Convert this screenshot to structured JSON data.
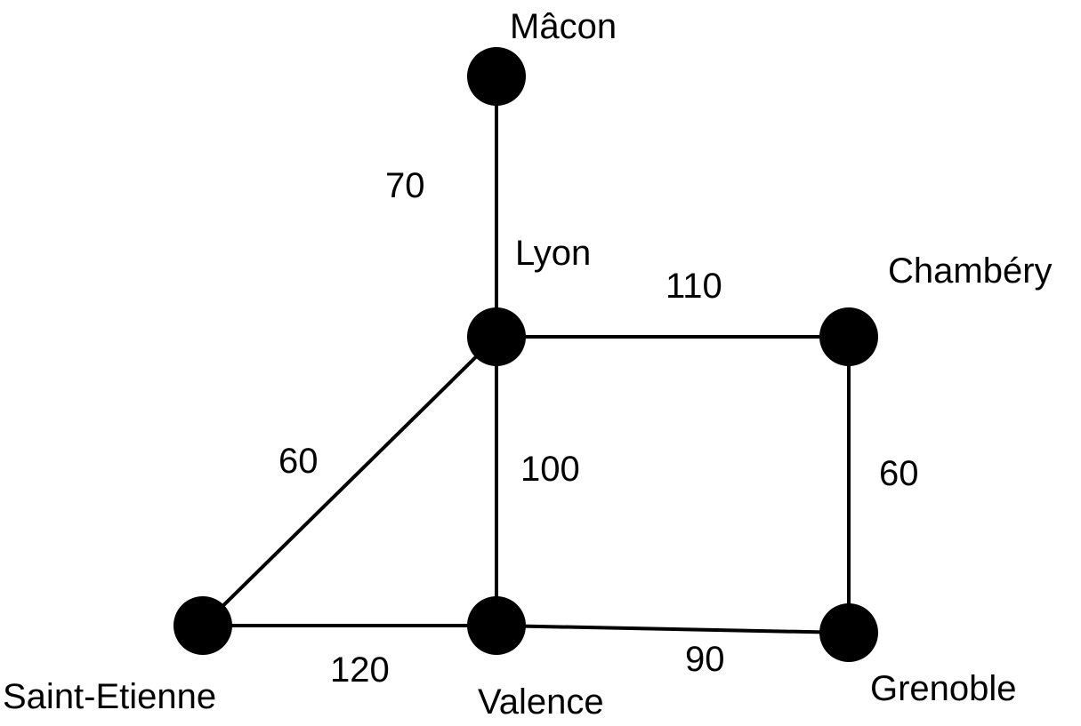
{
  "nodes": [
    {
      "id": "macon",
      "label": "Mâcon"
    },
    {
      "id": "lyon",
      "label": "Lyon"
    },
    {
      "id": "chambery",
      "label": "Chambéry"
    },
    {
      "id": "saint_etienne",
      "label": "Saint-Etienne"
    },
    {
      "id": "valence",
      "label": "Valence"
    },
    {
      "id": "grenoble",
      "label": "Grenoble"
    }
  ],
  "edges": [
    {
      "from": "macon",
      "to": "lyon",
      "weight": "70"
    },
    {
      "from": "lyon",
      "to": "chambery",
      "weight": "110"
    },
    {
      "from": "lyon",
      "to": "saint_etienne",
      "weight": "60"
    },
    {
      "from": "lyon",
      "to": "valence",
      "weight": "100"
    },
    {
      "from": "chambery",
      "to": "grenoble",
      "weight": "60"
    },
    {
      "from": "saint_etienne",
      "to": "valence",
      "weight": "120"
    },
    {
      "from": "valence",
      "to": "grenoble",
      "weight": "90"
    }
  ],
  "colors": {
    "node": "#000000",
    "edge": "#000000",
    "text": "#000000",
    "background": "#ffffff"
  }
}
